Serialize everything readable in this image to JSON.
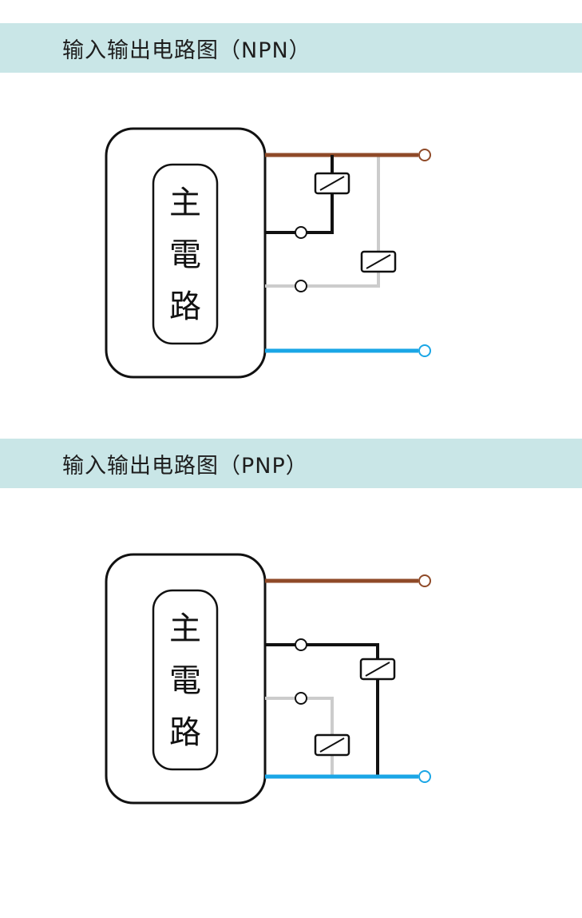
{
  "sections": [
    {
      "id": "npn",
      "title": "输入输出电路图（NPN）",
      "main_circuit_label": [
        "主",
        "電",
        "路"
      ]
    },
    {
      "id": "pnp",
      "title": "输入输出电路图（PNP）",
      "main_circuit_label": [
        "主",
        "電",
        "路"
      ]
    }
  ],
  "colors": {
    "header_bg": "#c9e6e7",
    "wire_brown": "#8f4a28",
    "wire_black": "#111111",
    "wire_gray": "#cccccc",
    "wire_blue": "#1aa6e6"
  }
}
